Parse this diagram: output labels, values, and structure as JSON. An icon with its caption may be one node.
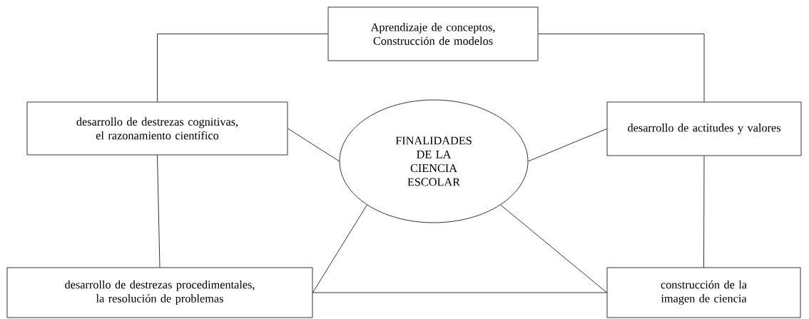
{
  "diagram": {
    "nodes": [
      {
        "text": [
          "Aprendizaje de conceptos, Construcción de modelos"
        ]
      },
      {
        "text": [
          "desarrollo de destrezas cognitivas, el razonamiento científico"
        ]
      },
      {
        "text": [
          "FINALIDADES DE LA CIENCIA ESCOLAR"
        ]
      },
      {
        "text": [
          "desarrollo de actitudes y valores"
        ]
      },
      {
        "text": [
          "desarrollo de destrezas procedimentales, la resolución de problemas"
        ]
      },
      {
        "text": [
          "construcción de la imagen de ciencia"
        ]
      }
    ],
    "edges": [
      {
        "from": 0,
        "to": 1,
        "arrow": "none"
      },
      {
        "from": 0,
        "to": 3,
        "arrow": "none"
      },
      {
        "from": 1,
        "to": 2,
        "arrow": "none"
      },
      {
        "from": 2,
        "to": 3,
        "arrow": "none"
      },
      {
        "from": 1,
        "to": 4,
        "arrow": "none"
      },
      {
        "from": 3,
        "to": 5,
        "arrow": "none"
      },
      {
        "from": 2,
        "to": 4,
        "arrow": "none"
      },
      {
        "from": 2,
        "to": 5,
        "arrow": "none"
      },
      {
        "from": 4,
        "to": 5,
        "arrow": "none"
      }
    ]
  }
}
